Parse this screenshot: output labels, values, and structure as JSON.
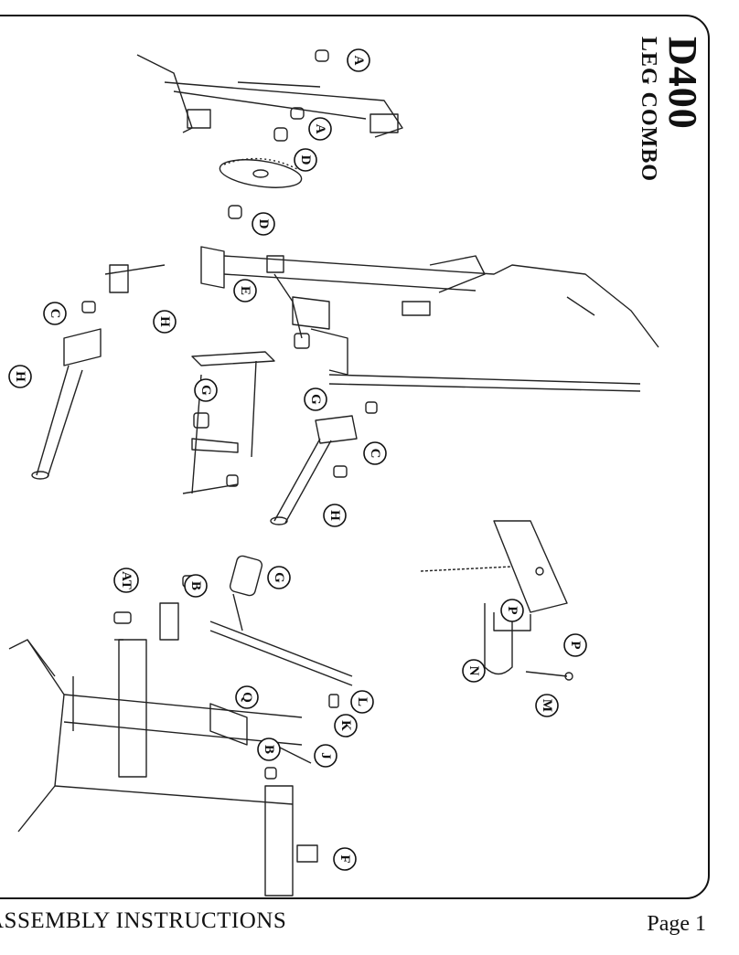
{
  "title": {
    "model": "D400",
    "name": "LEG COMBO"
  },
  "footer": {
    "section": "ASSEMBLY INSTRUCTIONS",
    "page": "Page 1"
  },
  "callouts": [
    "A",
    "A",
    "D",
    "D",
    "E",
    "C",
    "H",
    "H",
    "G",
    "G",
    "C",
    "H",
    "G",
    "B",
    "AT",
    "L",
    "K",
    "Q",
    "J",
    "B",
    "F",
    "P",
    "P",
    "N",
    "M"
  ]
}
